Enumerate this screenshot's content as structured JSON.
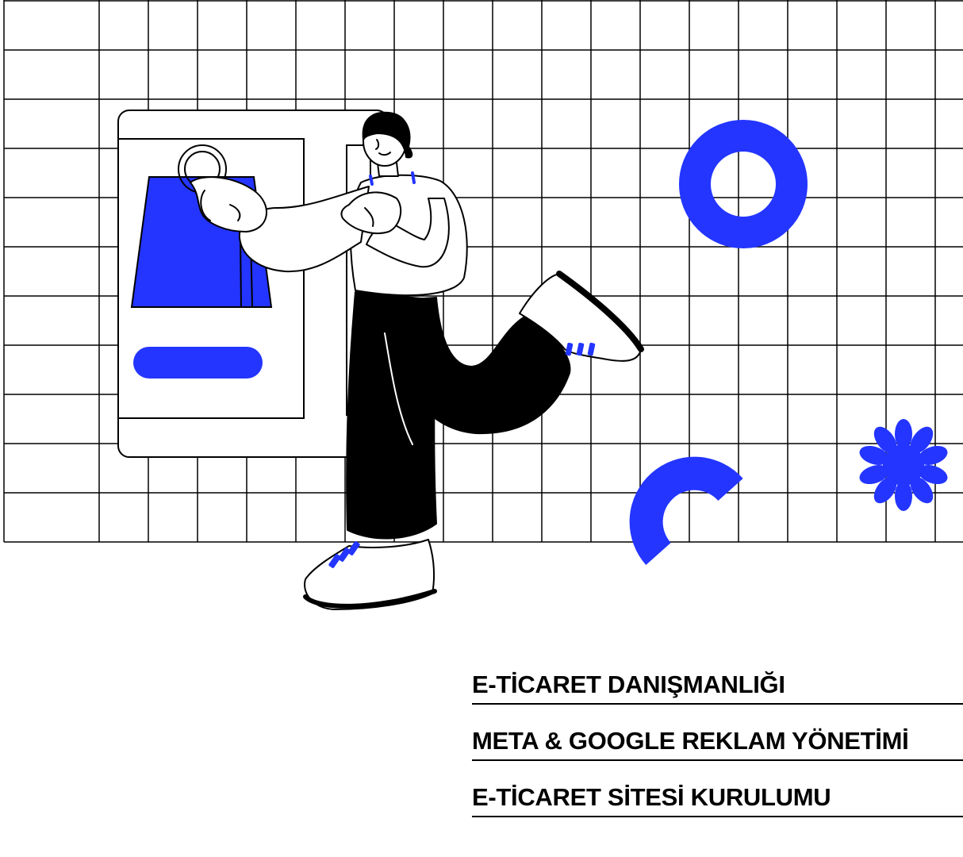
{
  "colors": {
    "accent": "#2335FF",
    "ink": "#000000",
    "background": "#FFFFFF"
  },
  "illustration": {
    "icons": [
      "shopping-bag-icon",
      "ring-shape-icon",
      "arc-shape-icon",
      "flower-shape-icon"
    ]
  },
  "services": [
    {
      "label": "E-TİCARET DANIŞMANLIĞI"
    },
    {
      "label": "META & GOOGLE REKLAM YÖNETİMİ"
    },
    {
      "label": "E-TİCARET SİTESİ KURULUMU"
    }
  ]
}
